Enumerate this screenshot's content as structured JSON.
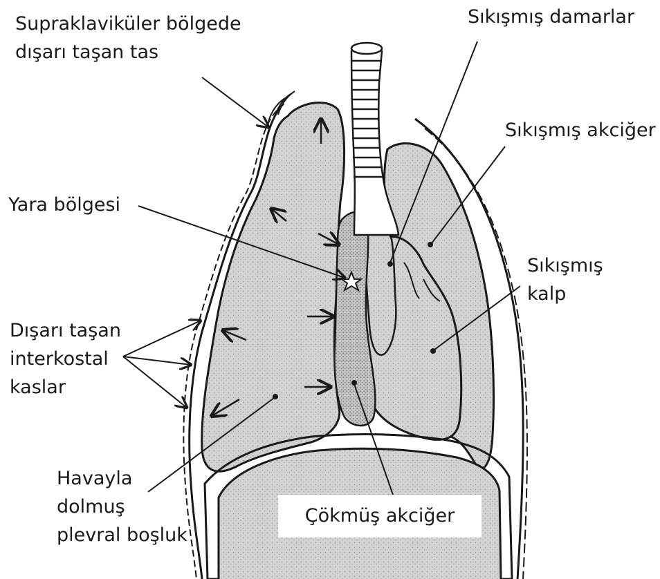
{
  "labels": {
    "supraklavikuler": [
      "Supraklaviküler bölgede",
      "dışarı taşan tas"
    ],
    "sikismis_damarlar": "Sıkışmış damarlar",
    "sikismis_akciger": "Sıkışmış akciğer",
    "yara_bolgesi": "Yara bölgesi",
    "sikismis_kalp": [
      "Sıkışmış",
      "kalp"
    ],
    "interkostal": [
      "Dışarı taşan",
      "interkostal",
      "kaslar"
    ],
    "plevral_bosluk": [
      "Havayla",
      "dolmuş",
      "plevral boşluk"
    ],
    "cokmus_akciger": "Çökmüş akciğer"
  },
  "colors": {
    "ink": "#1a1a1a",
    "tissue_fill": "#d2d2d2",
    "background": "#ffffff"
  }
}
